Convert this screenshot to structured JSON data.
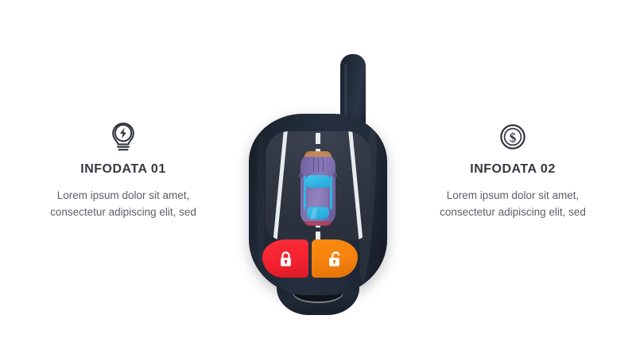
{
  "background_color": "#ffffff",
  "info_blocks": [
    {
      "icon": "lightbulb-bolt-icon",
      "title": "INFODATA 01",
      "description": "Lorem ipsum dolor sit amet, consectetur adipiscing elit, sed"
    },
    {
      "icon": "dollar-coin-icon",
      "title": "INFODATA 02",
      "description": "Lorem ipsum dolor sit amet, consectetur adipiscing elit, sed"
    }
  ],
  "graphic": {
    "name": "car-key-fob",
    "antenna": "antenna",
    "screen": {
      "name": "fob-screen",
      "scene": "road-with-car-top-view",
      "road_color": "#343b47",
      "lane_marking_color": "#e9ecef",
      "car": {
        "color": "#7e6fae",
        "window_color": "#2fb4e2",
        "view": "top-down"
      }
    },
    "buttons": [
      {
        "name": "lock-button",
        "icon": "padlock-closed-icon",
        "color": "#f4222f"
      },
      {
        "name": "unlock-button",
        "icon": "padlock-open-icon",
        "color": "#f5810d"
      }
    ],
    "keyring": "keyring-slot"
  },
  "colors": {
    "fob_body": "#232c3b",
    "screen_bg": "#343b47",
    "lock_red": "#f4222f",
    "unlock_orange": "#f5810d",
    "car_purple": "#7e6fae",
    "car_window_cyan": "#2fb4e2",
    "title_text": "#333840",
    "body_text": "#5c6066",
    "icon_stroke": "#333840"
  }
}
